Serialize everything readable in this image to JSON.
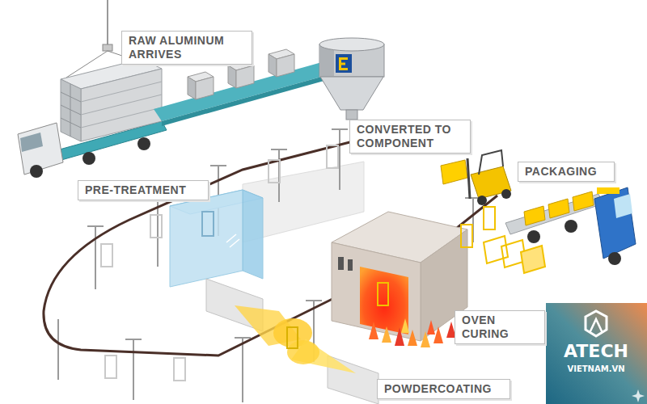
{
  "diagram": {
    "nodes": [
      {
        "text": [
          "RAW ALUMINUM ARRIVES"
        ]
      },
      {
        "text": [
          "CONVERTED TO COMPONENT"
        ]
      },
      {
        "text": [
          "PACKAGING"
        ]
      },
      {
        "text": [
          "PRE-TREATMENT"
        ]
      },
      {
        "text": [
          "OVEN CURING"
        ]
      },
      {
        "text": [
          "POWDERCOATING"
        ]
      }
    ],
    "labels": [
      "ATECH",
      "VIETNAM.VN"
    ]
  }
}
